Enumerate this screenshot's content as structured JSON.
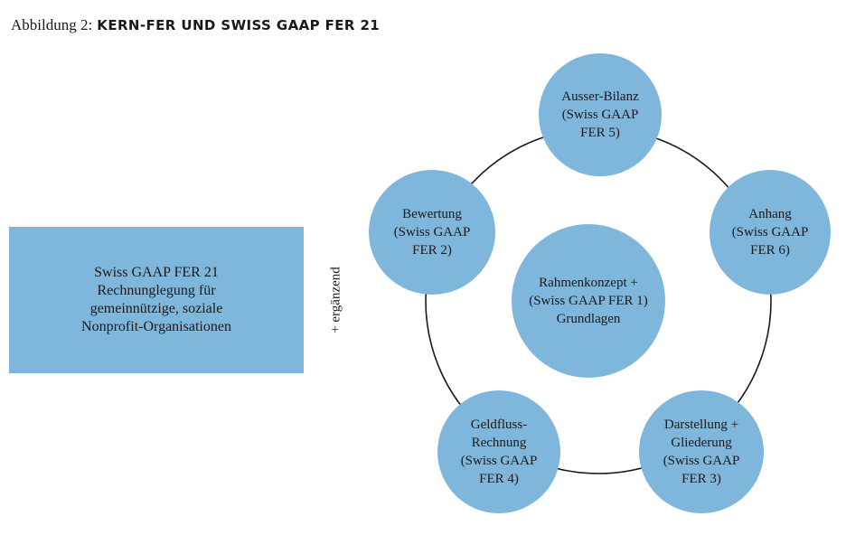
{
  "title": {
    "prefix": "Abbildung 2:",
    "main": "KERN-FER UND SWISS GAAP FER 21"
  },
  "main_box": {
    "text": "Swiss GAAP FER 21\nRechnunglegung für\ngemeinnützige, soziale\nNonprofit-Organisationen"
  },
  "side_label": "+ ergänzend",
  "center_node": {
    "text": "Rahmenkonzept +\n(Swiss GAAP FER 1)\nGrundlagen"
  },
  "nodes": {
    "ausser_bilanz": "Ausser-Bilanz\n(Swiss GAAP\nFER 5)",
    "bewertung": "Bewertung\n(Swiss GAAP\nFER 2)",
    "anhang": "Anhang\n(Swiss GAAP\nFER 6)",
    "geldfluss": "Geldfluss-\nRechnung\n(Swiss GAAP\nFER 4)",
    "darstellung": "Darstellung +\nGliederung\n(Swiss GAAP\nFER 3)"
  },
  "colors": {
    "fill": "#7fb6dc",
    "ring": "#1a1a1a",
    "text": "#1a1a1a"
  }
}
